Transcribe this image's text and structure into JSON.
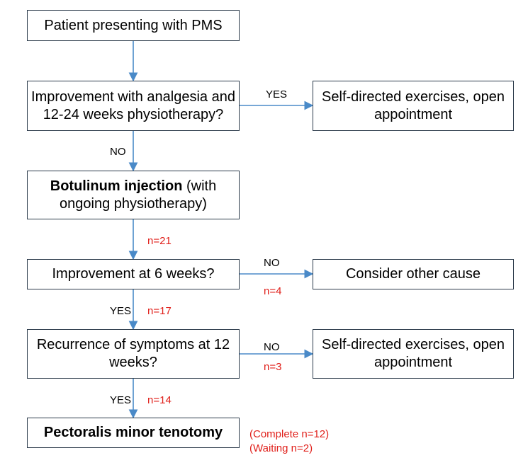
{
  "nodes": {
    "start": "Patient presenting with PMS",
    "q1": "Improvement with analgesia and 12-24 weeks physiotherapy?",
    "r1": "Self-directed exercises, open appointment",
    "botox_bold": "Botulinum injection",
    "botox_rest": " (with ongoing physiotherapy)",
    "q2": "Improvement at 6 weeks?",
    "r2": "Consider other cause",
    "q3": "Recurrence of symptoms at 12 weeks?",
    "r3": "Self-directed exercises, open appointment",
    "end": "Pectoralis minor tenotomy"
  },
  "labels": {
    "yes": "YES",
    "no": "NO"
  },
  "counts": {
    "n21": "n=21",
    "n4": "n=4",
    "n17": "n=17",
    "n3": "n=3",
    "n14": "n=14",
    "complete": "(Complete n=12)",
    "waiting": "(Waiting n=2)"
  },
  "colors": {
    "arrow": "#4a8ac8",
    "box_border": "#2b3a4a",
    "count_text": "#e0201b"
  }
}
